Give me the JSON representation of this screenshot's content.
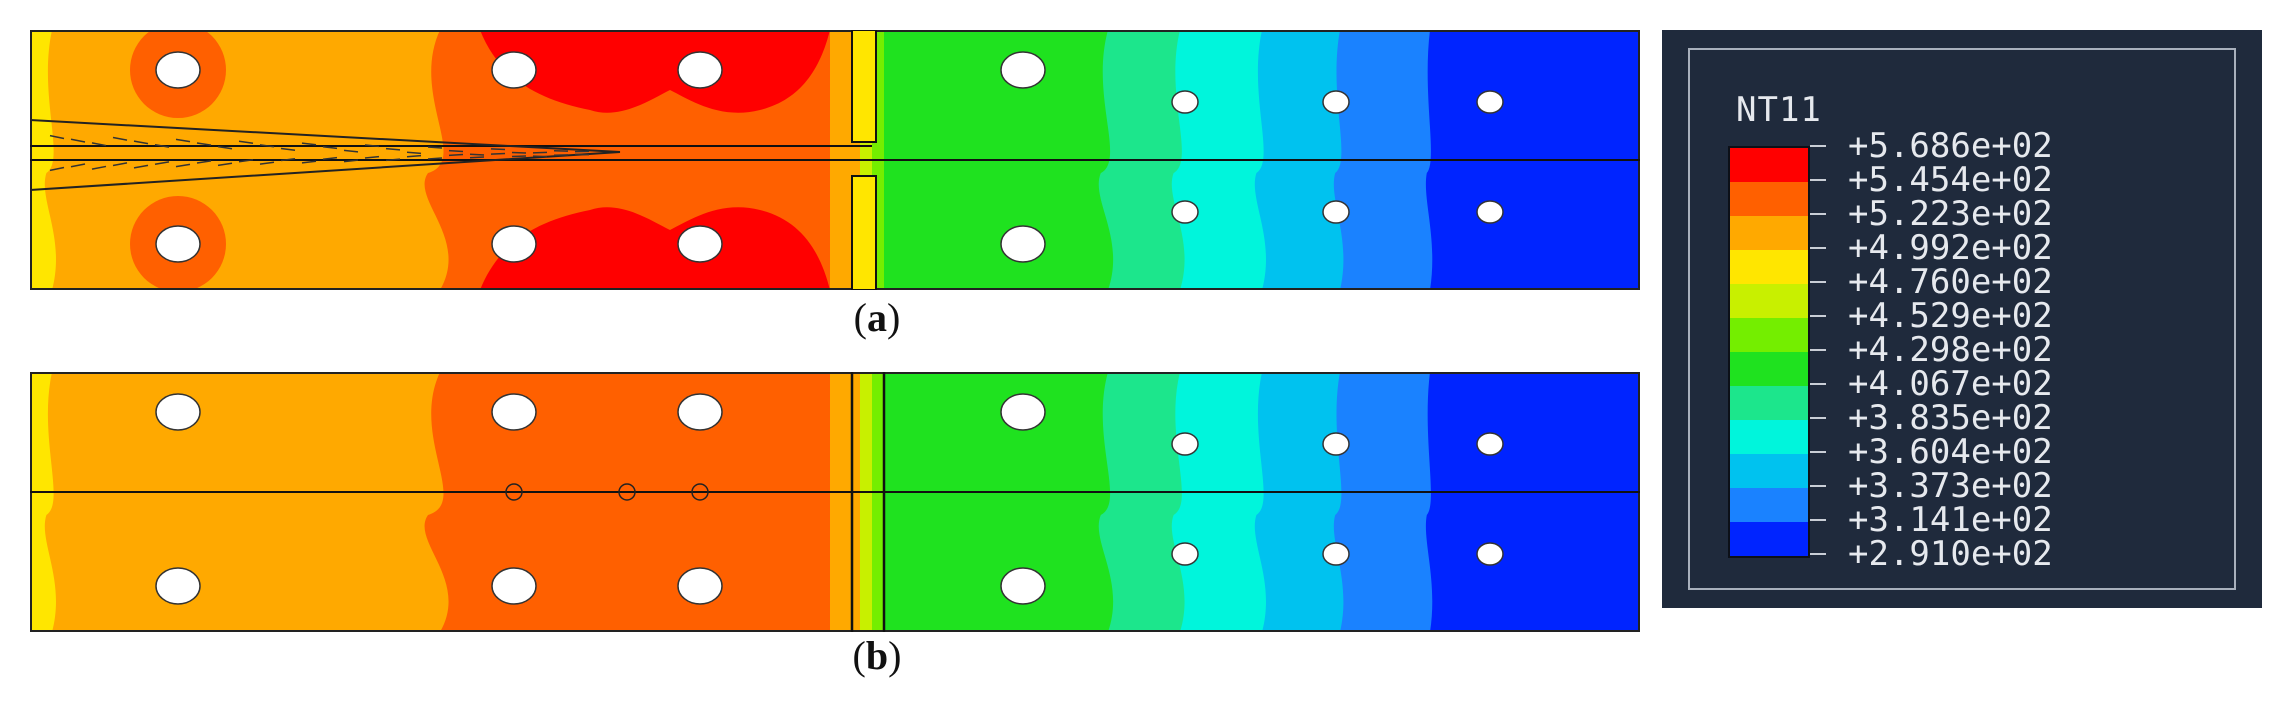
{
  "panels": [
    {
      "id": "a",
      "caption_letter": "a",
      "variant": "cracked"
    },
    {
      "id": "b",
      "caption_letter": "b",
      "variant": "intact"
    }
  ],
  "legend": {
    "title": "NT11",
    "labels": [
      "+5.686e+02",
      "+5.454e+02",
      "+5.223e+02",
      "+4.992e+02",
      "+4.760e+02",
      "+4.529e+02",
      "+4.298e+02",
      "+4.067e+02",
      "+3.835e+02",
      "+3.604e+02",
      "+3.373e+02",
      "+3.141e+02",
      "+2.910e+02"
    ],
    "colors": [
      "#ff0000",
      "#ff6000",
      "#ffa900",
      "#ffe600",
      "#c8f000",
      "#74ee00",
      "#1fe21f",
      "#1ce68c",
      "#00f5dc",
      "#00c2ef",
      "#1a82ff",
      "#0024ff"
    ]
  }
}
